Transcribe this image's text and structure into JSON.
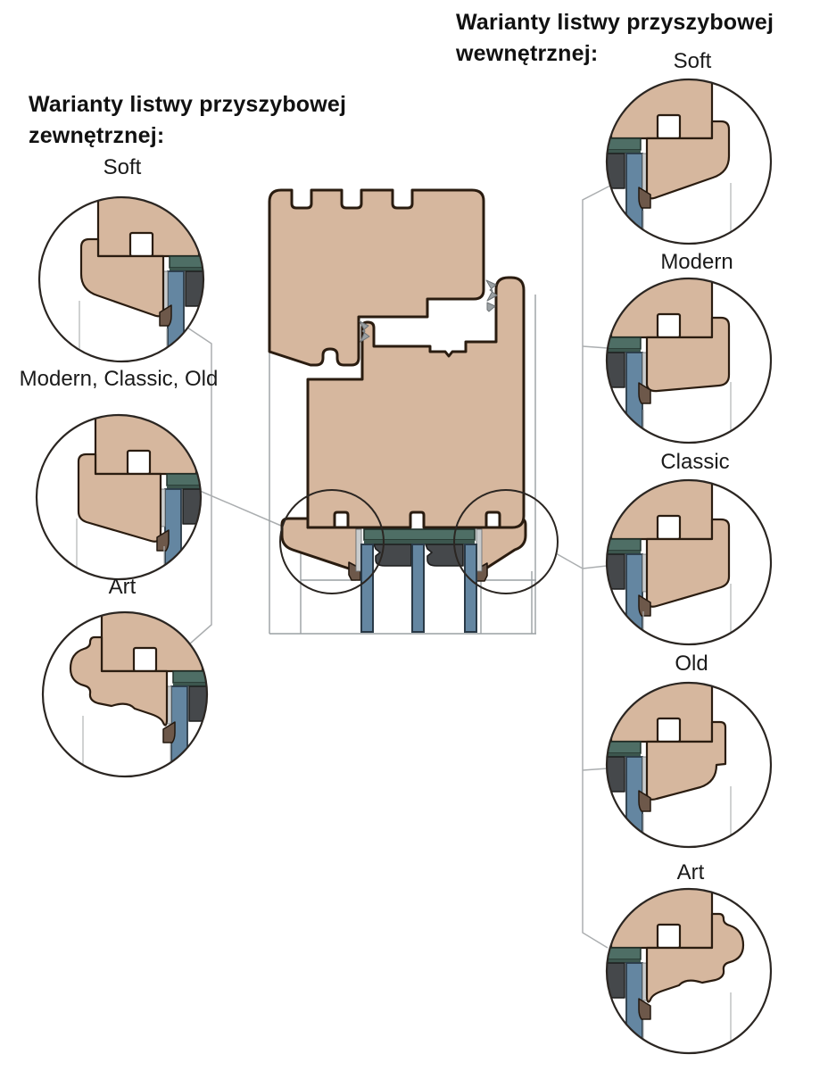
{
  "titles": {
    "external": "Warianty listwy przyszybowej zewnętrznej:",
    "internal": "Warianty listwy przyszybowej wewnętrznej:"
  },
  "external_variants": [
    {
      "label": "Soft"
    },
    {
      "label": "Modern, Classic, Old"
    },
    {
      "label": "Art"
    }
  ],
  "internal_variants": [
    {
      "label": "Soft"
    },
    {
      "label": "Modern"
    },
    {
      "label": "Classic"
    },
    {
      "label": "Old"
    },
    {
      "label": "Art"
    }
  ],
  "colors": {
    "wood": "#d6b79e",
    "outline": "#2a1c10",
    "glass_blue": "#6486a1",
    "spacer_teal": "#4e6e65",
    "spacer_teal_dark": "#3c564e",
    "seal_dark_gray": "#45484b",
    "seal_brown": "#6d584a",
    "shim_light_gray": "#c9cccd",
    "gasket_gray": "#9aa0a3",
    "leader_line": "#abaeb0",
    "text": "#111111",
    "background": "#ffffff"
  }
}
